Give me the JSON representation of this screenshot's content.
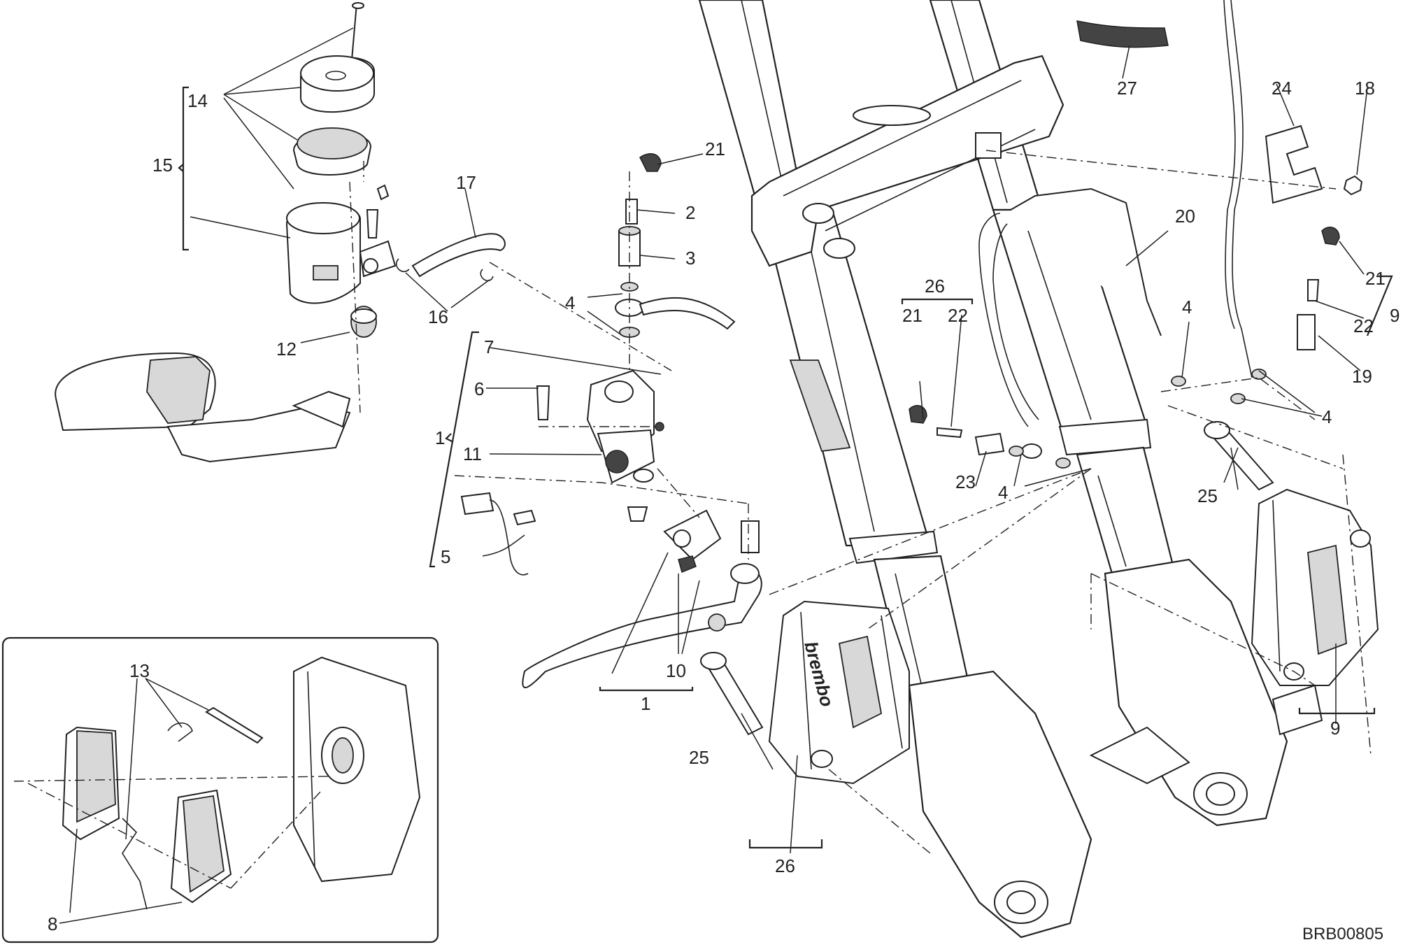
{
  "diagram": {
    "drawing_code": "BRB00805",
    "callouts": {
      "c1a": "1",
      "c1b": "1",
      "c2": "2",
      "c3": "3",
      "c4a": "4",
      "c4b": "4",
      "c4c": "4",
      "c4d": "4",
      "c5": "5",
      "c6": "6",
      "c7": "7",
      "c8": "8",
      "c9a": "9",
      "c9b": "9",
      "c10": "10",
      "c11": "11",
      "c12": "12",
      "c13": "13",
      "c14": "14",
      "c15": "15",
      "c16": "16",
      "c17": "17",
      "c18": "18",
      "c19": "19",
      "c20": "20",
      "c21a": "21",
      "c21b": "21",
      "c21c": "21",
      "c22a": "22",
      "c22b": "22",
      "c23": "23",
      "c24": "24",
      "c25a": "25",
      "c25b": "25",
      "c26a": "26",
      "c26b": "26",
      "c27": "27"
    },
    "caliper_brand": "brembo"
  }
}
